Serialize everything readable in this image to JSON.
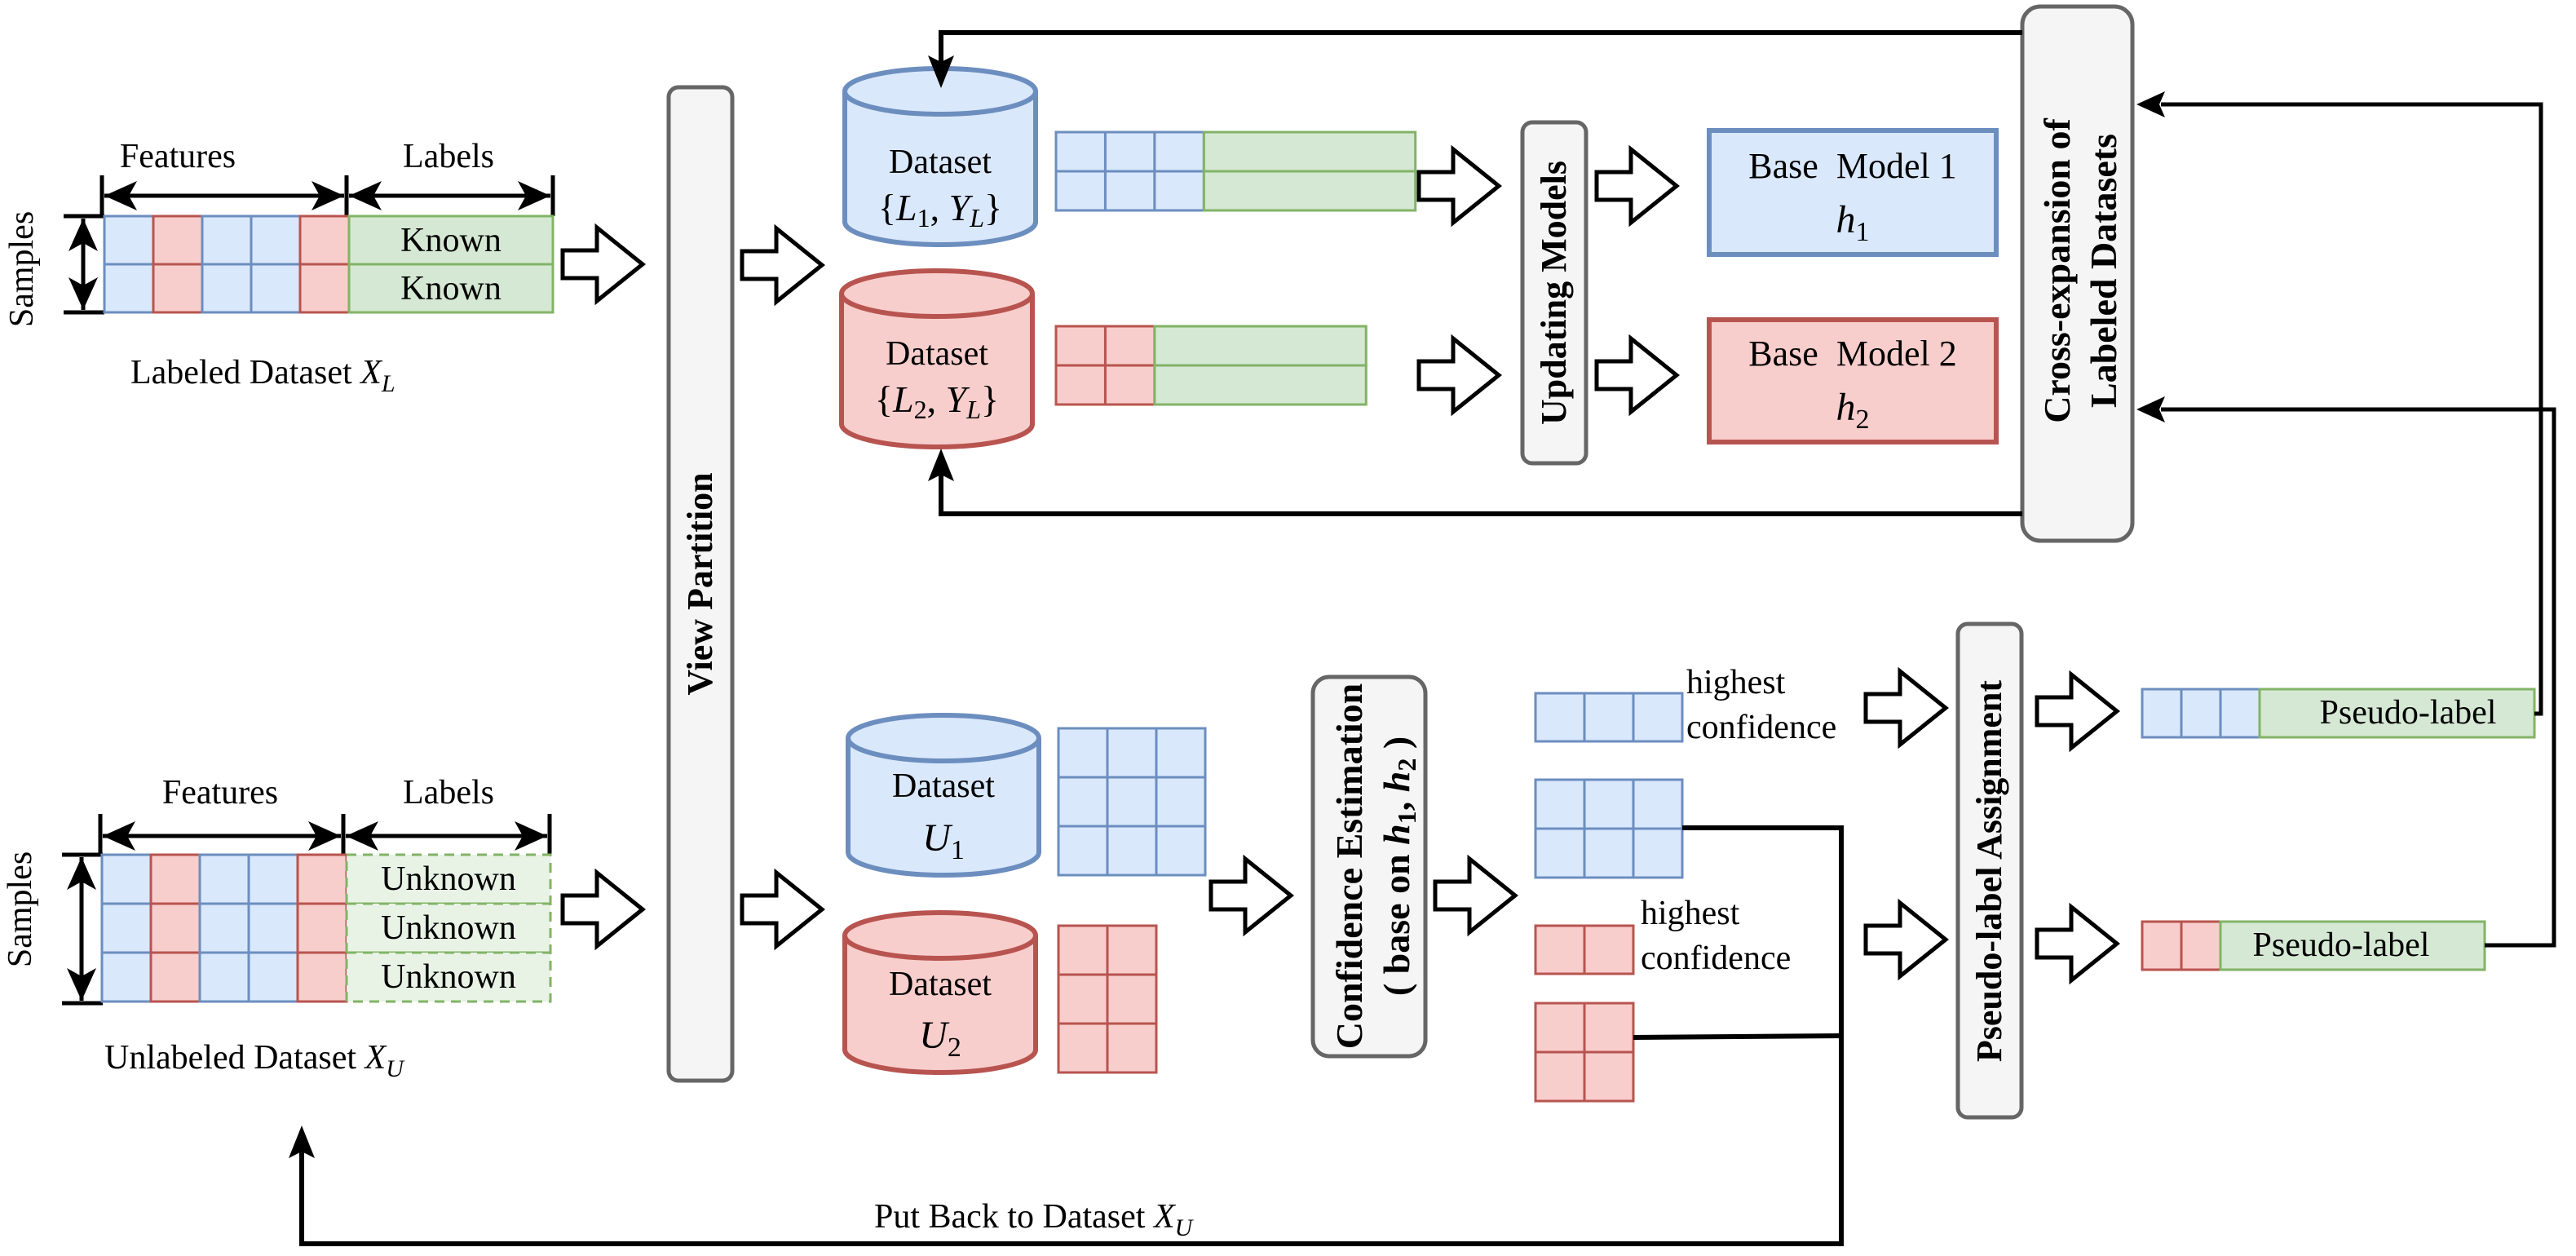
{
  "colors": {
    "blue_fill": "#dae8fc",
    "blue_stroke": "#6c8ebf",
    "red_fill": "#f8cecc",
    "red_stroke": "#b85450",
    "green_fill": "#d5e8d4",
    "green_stroke": "#82b366",
    "panel_fill": "#f5f5f5",
    "panel_stroke": "#666666",
    "line": "#000000"
  },
  "labeled_dataset": {
    "features_label": "Features",
    "labels_label": "Labels",
    "samples_label": "Samples",
    "rows": [
      "Known",
      "Known"
    ],
    "feature_columns": [
      "blue",
      "red",
      "blue",
      "blue",
      "red"
    ],
    "caption": "Labeled Dataset",
    "caption_var": "X",
    "caption_sub": "L"
  },
  "unlabeled_dataset": {
    "features_label": "Features",
    "labels_label": "Labels",
    "samples_label": "Samples",
    "rows": [
      "Unknown",
      "Unknown",
      "Unknown"
    ],
    "feature_columns": [
      "blue",
      "red",
      "blue",
      "blue",
      "red"
    ],
    "caption": "Unlabeled Dataset",
    "caption_var": "X",
    "caption_sub": "U"
  },
  "view_partition": {
    "label": "View Partition"
  },
  "datasets": {
    "l1": {
      "title": "Dataset",
      "math": "{L₁, Y_L}",
      "var": "L",
      "sub": "1"
    },
    "l2": {
      "title": "Dataset",
      "math": "{L₂, Y_L}",
      "var": "L",
      "sub": "2"
    },
    "u1": {
      "title": "Dataset",
      "var": "U",
      "sub": "1"
    },
    "u2": {
      "title": "Dataset",
      "var": "U",
      "sub": "2"
    },
    "yl_var": "Y",
    "yl_sub": "L"
  },
  "updating_models": {
    "label": "Updating Models"
  },
  "base_models": [
    {
      "title": "Base  Model 1",
      "var": "h",
      "sub": "1"
    },
    {
      "title": "Base  Model 2",
      "var": "h",
      "sub": "2"
    }
  ],
  "cross_expansion": {
    "line1": "Cross-expansion of",
    "line2": "Labeled Datasets"
  },
  "confidence_estimation": {
    "line1": "Confidence Estimation",
    "line2_prefix": "( base on ",
    "line2_var1": "h",
    "line2_sub1": "1",
    "line2_sep": ", ",
    "line2_var2": "h",
    "line2_sub2": "2",
    "line2_suffix": " )"
  },
  "highest_confidence": {
    "line1": "highest",
    "line2": "confidence"
  },
  "pseudo_label_assignment": {
    "label": "Pseudo-label Assignment"
  },
  "pseudo_labels": [
    {
      "label": "Pseudo-label",
      "view": "blue"
    },
    {
      "label": "Pseudo-label",
      "view": "red"
    }
  ],
  "put_back": {
    "label": "Put Back to Dataset",
    "var": "X",
    "sub": "U"
  }
}
